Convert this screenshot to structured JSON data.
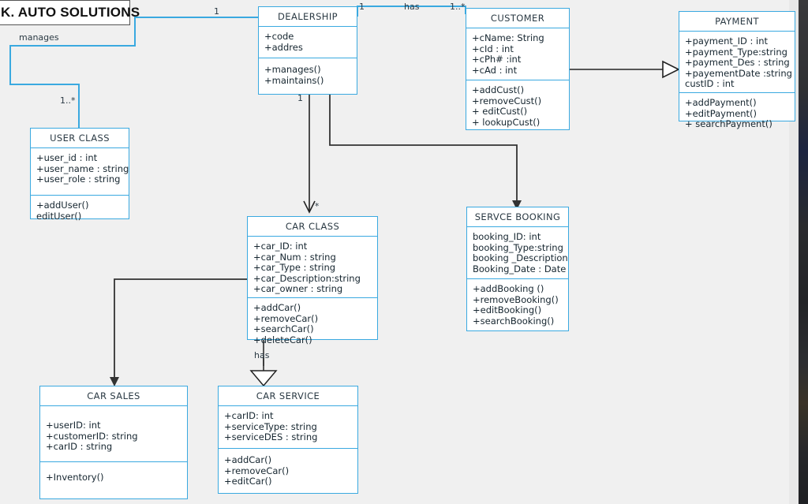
{
  "diagram": {
    "title": "K. AUTO SOLUTIONS",
    "background_color": "#f0f0f0",
    "class_border_color": "#3aa9e0",
    "connector_color": "#333333",
    "association_color": "#3aa9e0"
  },
  "classes": [
    {
      "id": "dealership",
      "name": "DEALERSHIP",
      "attributes": [
        "+code",
        "+addres"
      ],
      "methods": [
        "+manages()",
        "+maintains()"
      ]
    },
    {
      "id": "customer",
      "name": "CUSTOMER",
      "attributes": [
        "+cName: String",
        "+cId : int",
        "+cPh# :int",
        "+cAd : int"
      ],
      "methods": [
        "+addCust()",
        "+removeCust()",
        "+ editCust()",
        "+ lookupCust()"
      ]
    },
    {
      "id": "payment",
      "name": "PAYMENT",
      "attributes": [
        "+payment_ID : int",
        "+payment_Type:string",
        "+payment_Des : string",
        "+payementDate :string",
        "custID : int"
      ],
      "methods": [
        "+addPayment()",
        "+editPayment()",
        "+ searchPayment()"
      ]
    },
    {
      "id": "userclass",
      "name": "USER CLASS",
      "attributes": [
        "+user_id : int",
        "+user_name : string",
        "+user_role : string"
      ],
      "methods": [
        "+addUser()",
        "editUser()"
      ]
    },
    {
      "id": "carclass",
      "name": "CAR CLASS",
      "attributes": [
        "+car_ID: int",
        "+car_Num : string",
        "+car_Type : string",
        "+car_Description:string",
        "+car_owner : string"
      ],
      "methods": [
        "+addCar()",
        "+removeCar()",
        "+searchCar()",
        "+deleteCar()"
      ]
    },
    {
      "id": "servicebooking",
      "name": "SERVCE BOOKING",
      "attributes": [
        "booking_ID: int",
        "booking_Type:string",
        "booking _Description",
        "Booking_Date : Date"
      ],
      "methods": [
        "+addBooking ()",
        "+removeBooking()",
        "+editBooking()",
        "+searchBooking()"
      ]
    },
    {
      "id": "carsales",
      "name": "CAR SALES",
      "attributes": [
        "+userID: int",
        "+customerID: string",
        "+carID : string"
      ],
      "methods": [
        "+Inventory()"
      ]
    },
    {
      "id": "carservice",
      "name": "CAR SERVICE",
      "attributes": [
        "+carID: int",
        "+serviceType: string",
        "+serviceDES : string"
      ],
      "methods": [
        "+addCar()",
        "+removeCar()",
        "+editCar()"
      ]
    }
  ],
  "connector_labels": {
    "manages": "manages",
    "dealership_mult_left": "1",
    "userclass_mult": "1..*",
    "dealership_has_mult": "1",
    "has": "has",
    "customer_mult": "1..*",
    "dealership_car_mult": "1",
    "carclass_mult": "*",
    "carclass_has": "has"
  }
}
